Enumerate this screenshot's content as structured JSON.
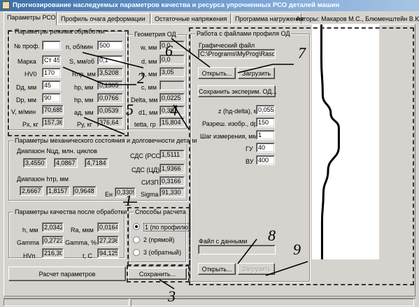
{
  "window": {
    "title": "Прогнозирование наследуемых параметров качества и ресурса упрочненных РСО деталей машин",
    "authors": "Авторы: Макаров М.С., Блюменштейн В.Ю."
  },
  "tabs": [
    {
      "label": "Параметры РСО",
      "active": true
    },
    {
      "label": "Профиль очага деформации",
      "active": false
    },
    {
      "label": "Остаточные напряжения",
      "active": false
    },
    {
      "label": "Программа нагружения",
      "active": false
    }
  ],
  "mode_params": {
    "title": "Параметры режима обработки",
    "left": [
      {
        "label": "№ проф.",
        "value": ""
      },
      {
        "label": "Марка",
        "value": "Ст 45"
      },
      {
        "label": "HV0",
        "value": "170"
      },
      {
        "label": "Dд, мм",
        "value": "45"
      },
      {
        "label": "Dр, мм",
        "value": "90"
      },
      {
        "label": "V, м/мин",
        "value": "70,685"
      },
      {
        "label": "Pх, кг",
        "value": "157,36"
      }
    ],
    "right": [
      {
        "label": "n, об/мин",
        "value": "500"
      },
      {
        "label": "S, мм/об",
        "value": "0,1"
      },
      {
        "label": "Rпр, мм",
        "value": "3,5208"
      },
      {
        "label": "hр, мм",
        "value": "0,1305"
      },
      {
        "label": "hp, мм",
        "value": "0,0766"
      },
      {
        "label": "aд, мм",
        "value": "0,0539"
      },
      {
        "label": "Pу, кг",
        "value": "376,64"
      }
    ]
  },
  "geometry": {
    "title": "Геометрия ОД",
    "rows": [
      {
        "label": "w, мм",
        "value": "0,0"
      },
      {
        "label": "d, мм",
        "value": "0,0"
      },
      {
        "label": "b, мм",
        "value": "3,05"
      },
      {
        "label": "c, мм",
        "value": ""
      },
      {
        "label": "Delta, мм",
        "value": "0,0225"
      },
      {
        "label": "d1, мм",
        "value": "0,397"
      },
      {
        "label": "tetta, гр",
        "value": "15,804"
      }
    ]
  },
  "files": {
    "title": "Работа с файлами профиля ОД",
    "graphic_label": "Графический файл",
    "graphic_path": "C:\\Programs\\MyProg\\RaschR",
    "open_label": "Открыть...",
    "load_label": "Загрузить",
    "save_exp_label": "Сохранить эксперим. ОД...",
    "params": [
      {
        "label": "z (hд-delta), мм",
        "value": "0,055"
      },
      {
        "label": "Разреш. изобр., dpi",
        "value": "150"
      },
      {
        "label": "Шаг измерения, мм",
        "value": "1"
      },
      {
        "label": "ГУ",
        "value": "40"
      },
      {
        "label": "ВУ",
        "value": "400"
      }
    ],
    "data_file_label": "Файл с данными",
    "data_path": "",
    "open2_label": "Открыть...",
    "load2_label": "Загрузить"
  },
  "mech": {
    "title": "Параметры механического состояния и долговечности детали",
    "n_title": "Диапазон Nцд, млн. циклов",
    "n_values": [
      "3,4550",
      "4,0867",
      "4,7184"
    ],
    "h_title": "Диапазон hтр, мм",
    "h_values": [
      "2,6667",
      "1,8157",
      "0,9648"
    ],
    "right": [
      {
        "label": "СДС (РСО)",
        "value": "1,5111"
      },
      {
        "label": "СДС (ЦД)",
        "value": "1,9366"
      },
      {
        "label": "СИЗП",
        "value": "0,3166"
      }
    ],
    "ei_label": "Eн",
    "ei_value": "0,3309",
    "sigma_label": "Sigma",
    "sigma_value": "91,330"
  },
  "quality": {
    "title": "Параметры качества после обработки",
    "rows": [
      {
        "l1": "h, мм",
        "v1": "2,0342",
        "l2": "Ra, мкм",
        "v2": "0,0164"
      },
      {
        "l1": "Gamma",
        "v1": "0,2723",
        "l2": "Gamma, %",
        "v2": "27,236"
      },
      {
        "l1": "HVп",
        "v1": "216,30",
        "l2": "t, C",
        "v2": "94,125"
      }
    ]
  },
  "calc_methods": {
    "title": "Способы расчета",
    "options": [
      {
        "label": "1 (по профилю)",
        "checked": true
      },
      {
        "label": "2 (прямой)",
        "checked": false
      },
      {
        "label": "3 (обратный)",
        "checked": false
      }
    ]
  },
  "buttons": {
    "calc": "Расчет параметров",
    "save": "Сохранить..."
  },
  "annotations": [
    "1",
    "2",
    "3",
    "4",
    "5",
    "6",
    "7",
    "8",
    "9"
  ],
  "profile_curve": [
    [
      0.14,
      0.0
    ],
    [
      0.14,
      0.15
    ],
    [
      0.16,
      0.3
    ],
    [
      0.28,
      0.38
    ],
    [
      0.4,
      0.44
    ],
    [
      0.4,
      0.52
    ],
    [
      0.24,
      0.62
    ],
    [
      0.17,
      0.72
    ],
    [
      0.15,
      0.84
    ],
    [
      0.15,
      1.0
    ]
  ]
}
